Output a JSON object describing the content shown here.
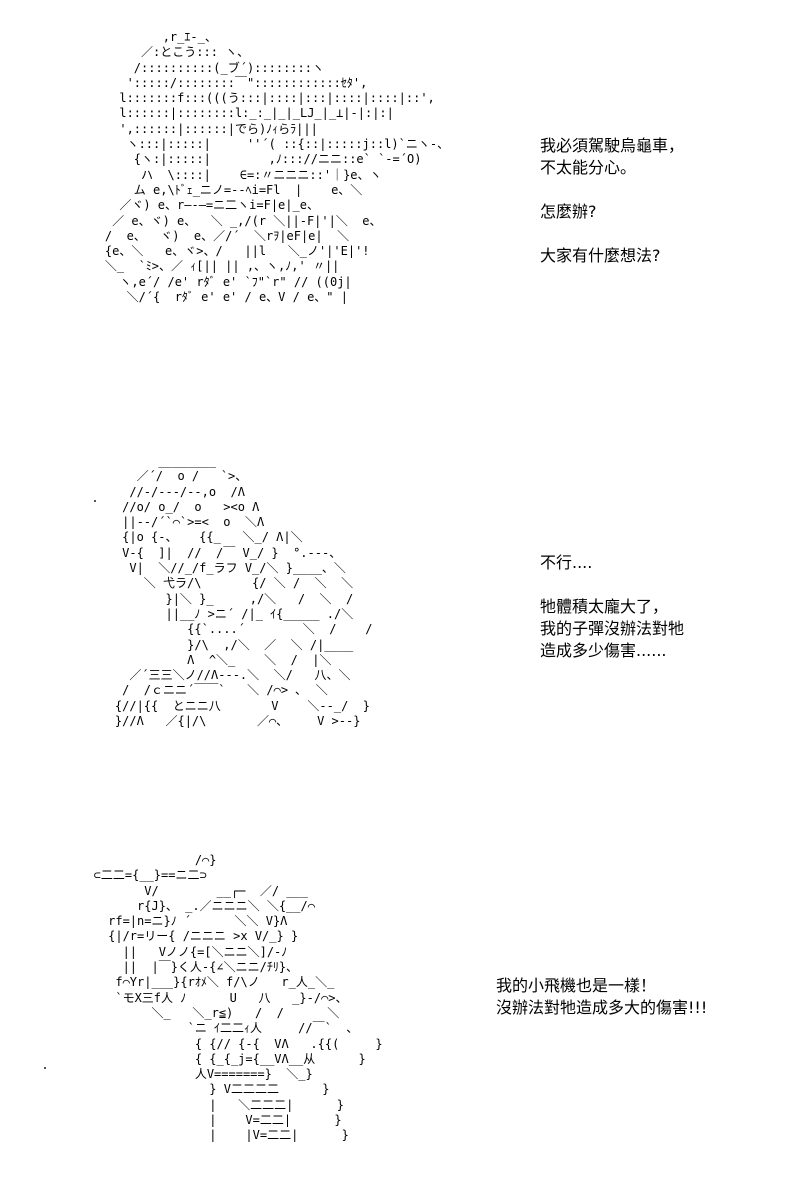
{
  "panels": [
    {
      "art": "            ,r_ｴ-_、\n         ／:とこう::: ヽ、\n        /::::::::::(_ブ´)::::::::ヽ\n       ':::::/::::::::￣\"::::::::::::ｾﾀ',\n      l:::::::f:::(((う:::|::::|:::|::::|::::|::',\n      l::::::|::::::::l:_:_|_|_LJ_|_⊥|-|:|:|\n      ',::::::|::::::|でら)ﾉｨらﾗ|||\n       ヽ:::|:::::|     ''´( ::{::|:::::j::l)`ニヽ-、\n        {ヽ:|:::::|        ,ﾉ::://ニニ::e` `-=´O)\n         ハ  \\::::|    ∈=:〃ニニニ::'｜}e、ヽ\n        ム e,\\ﾄﾞｪ_ニノ=--ﾍi=Fl  |    e、＼\n      ／ヾ) e、r―-―=ニ二ヽi=F|e|_e、\n     ／ e、ヾ) e、  ＼ _,/(r ＼||-F|'|＼  e、\n    /  e、  ヾ)  e、／/´  ＼rｦ|eF|e|  ＼\n    {e、＼   e、ヾ>、/   ||l   ＼_ノ'|'E|'!\n    ＼_  `ﾐ>、／ ｨ[|| || ,、ヽ,ﾉ,' 〃||\n      ヽ,e´/ /e' rﾀﾞ e' `ﾌ\"`r\" // ((0j|\n       ＼/´{  rﾀﾞ e' e' / e、V / e、\" |",
      "lines": [
        "我必須駕駛烏龜車，",
        "不太能分心。",
        "",
        "怎麼辦?",
        "",
        "大家有什麼想法?"
      ]
    },
    {
      "art": "          ________\n       ／´/  o /   `>、\n      //-/---/--,o  /Λ\n     //o/ o_/  o   ><o Λ\n     ||--/´`⌒`>=<  o  ＼Λ\n     {|o {-、   {{_   ＼_/ Λ|＼\n     V-{  ]|  //  /￣ V_/ }  °.---、\n      V|  ＼//_/f_ラフ V_/＼ }____、＼\n        ＼ 弋ラ/\\       {/ ＼ /  ＼  ＼\n           }|＼ }_     ,/＼   /  ＼  /\n           ||__ﾉ >ニ´ /|_ ｲ{_____ ./＼\n              {{`....´        ＼  /    /\n              }/\\  ,/＼  ／  ＼ /|____\n              Λ  ^＼_    ＼  /  |＼\n      ／´三三＼ノ//Λ---.＼  ＼/   八、＼\n     /  /ｃニニ´￣￣`   ＼ /⌒> ､  ＼\n    {//|{{  とニニ八       V    ＼--_/  }\n    }//Λ   ／{|/\\       ／⌒、    V >--}",
      "lines": [
        "不行....",
        "",
        "牠體積太龐大了，",
        "我的子彈沒辦法對牠",
        "造成多少傷害......"
      ]
    },
    {
      "art": "                 /⌒}\n   ⊂二二={__}==ニ二⊃\n          V/        __┌─  ／/ ___\n         r{J}、 _.／ニニニ＼ ＼{__/⌒\n     rf=|n=ニ}ﾉ ´      ＼＼ V}Λ\n     {|/r=リー{ /ニニニ >x V/_} }\n       ||   Vノノ{=[＼ニニ＼]/-ﾉ\n       ||  |￣}く人-{∠＼ニニ/ﾁﾘ}、\n      f⌒Yr|___}{rｵﾒ＼ f/\\ノ   r_人_＼_\n      `モX三f人 ﾉ      U   八   _}-/⌒>、\n           ＼_   ＼_r≦)   /  /      ＼\n                `ニ ｲ二二ｨ人     //￣`  、\n                 { {// {-{  VΛ   .{{(     }\n                 { {_{_j={__VΛ__从      }\n                 人V=======}  ＼_}\n                   } V二二二二      }\n                   |   ＼二二二|      }\n                   |    V=二二|      }\n                   |    |V=二二|      }",
      "lines": [
        "我的小飛機也是一樣！",
        "沒辦法對牠造成多大的傷害!!!"
      ]
    }
  ]
}
